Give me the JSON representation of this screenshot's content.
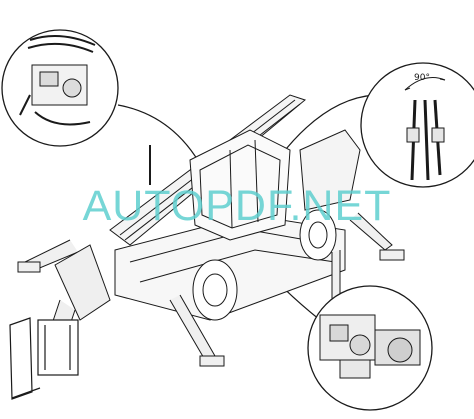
{
  "watermark": {
    "text": "AUTOPDF.NET",
    "color": "#5fcfcf"
  },
  "callouts": [
    {
      "name": "pump-detail-top-left"
    },
    {
      "name": "hose-routing-detail-right",
      "angle_label": "90°"
    },
    {
      "name": "pump-detail-bottom-right"
    }
  ],
  "colors": {
    "line": "#1a1a1a",
    "background": "#ffffff"
  }
}
